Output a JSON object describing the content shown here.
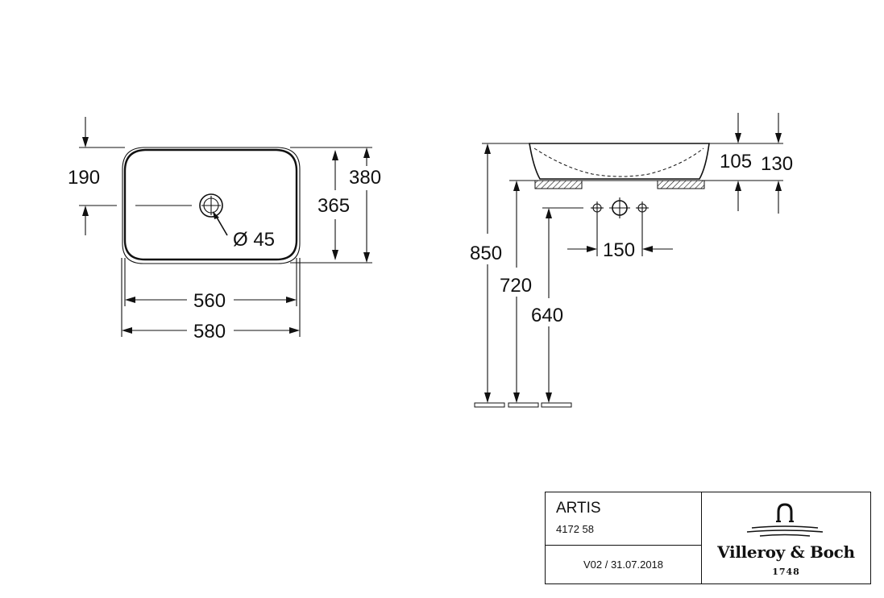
{
  "dimensions": {
    "top_view": {
      "drain_offset": "190",
      "inner_depth": "365",
      "outer_depth": "380",
      "inner_width": "560",
      "outer_width": "580",
      "drain_diameter": "Ø 45"
    },
    "side_view": {
      "basin_height_inner": "105",
      "basin_height_outer": "130",
      "tap_spacing": "150",
      "height_rim": "850",
      "height_counter": "720",
      "height_connections": "640"
    }
  },
  "title_block": {
    "product_name": "ARTIS",
    "product_code": "4172 58",
    "version": "V02 / 31.07.2018",
    "brand_name": "Villeroy & Boch",
    "brand_year": "1748"
  },
  "colors": {
    "line": "#111111",
    "background": "#ffffff"
  }
}
